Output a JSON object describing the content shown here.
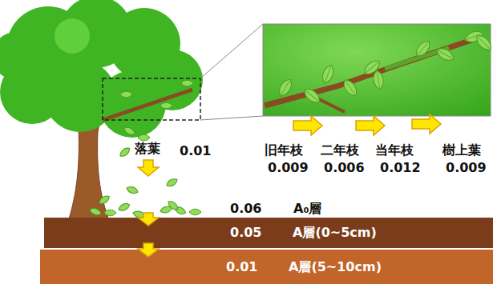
{
  "diagram": {
    "nodes": [
      {
        "text": [
          "0.05",
          "A層(0~5cm)"
        ]
      },
      {
        "text": [
          "0.01",
          "A層(5~10cm)"
        ]
      }
    ],
    "labels": [
      "落葉",
      "0.01",
      "旧年枝",
      "0.009",
      "二年枝",
      "0.006",
      "当年枝",
      "0.012",
      "樹上葉",
      "0.009",
      "0.06",
      "A₀層"
    ]
  }
}
